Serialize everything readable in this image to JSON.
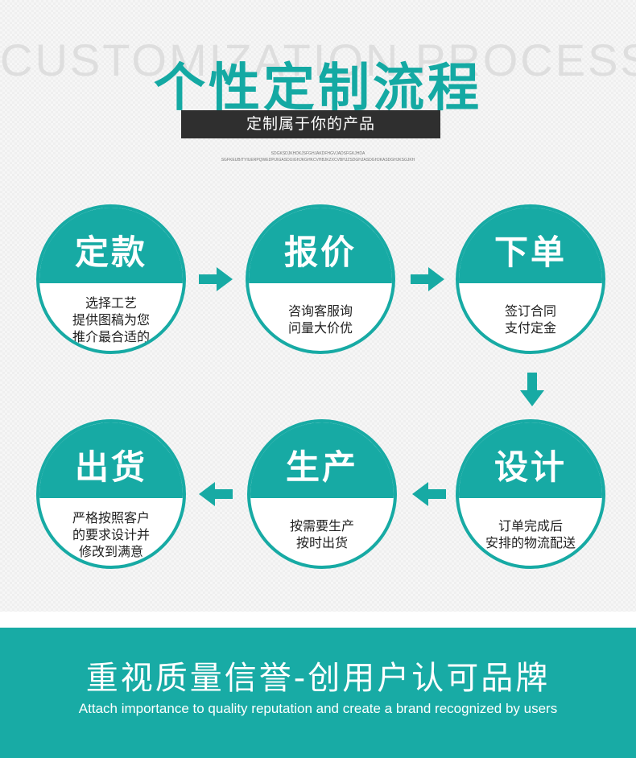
{
  "header": {
    "bg_text": "CUSTOMIZATION PROCESS",
    "title": "个性定制流程",
    "subtitle": "定制属于你的产品",
    "small_line_1": "SDGKSDJKHDKJSFGHJAKDFHGVJADSFGKJHDA",
    "small_line_2": "SGFKEUBITYIUERPQWEDPUIGASDUIGHJKGHKCVHBJKZXCVBHJZSDGHJASDGHJKASDGHJKSGJKH"
  },
  "steps": [
    {
      "title": "定款",
      "lines": [
        "选择工艺",
        "提供图稿为您",
        "推介最合适的"
      ]
    },
    {
      "title": "报价",
      "lines": [
        "咨询客服询",
        "问量大价优"
      ]
    },
    {
      "title": "下单",
      "lines": [
        "签订合同",
        "支付定金"
      ]
    },
    {
      "title": "设计",
      "lines": [
        "订单完成后",
        "安排的物流配送"
      ]
    },
    {
      "title": "生产",
      "lines": [
        "按需要生产",
        "按时出货"
      ]
    },
    {
      "title": "出货",
      "lines": [
        "严格按照客户",
        "的要求设计并",
        "修改到满意"
      ]
    }
  ],
  "footer": {
    "slogan_cn": "重视质量信誉-创用户认可品牌",
    "slogan_en": "Attach importance to quality reputation and create a brand recognized by users"
  },
  "colors": {
    "accent": "#17aaa4",
    "dark_bar": "#2f2f2f"
  }
}
